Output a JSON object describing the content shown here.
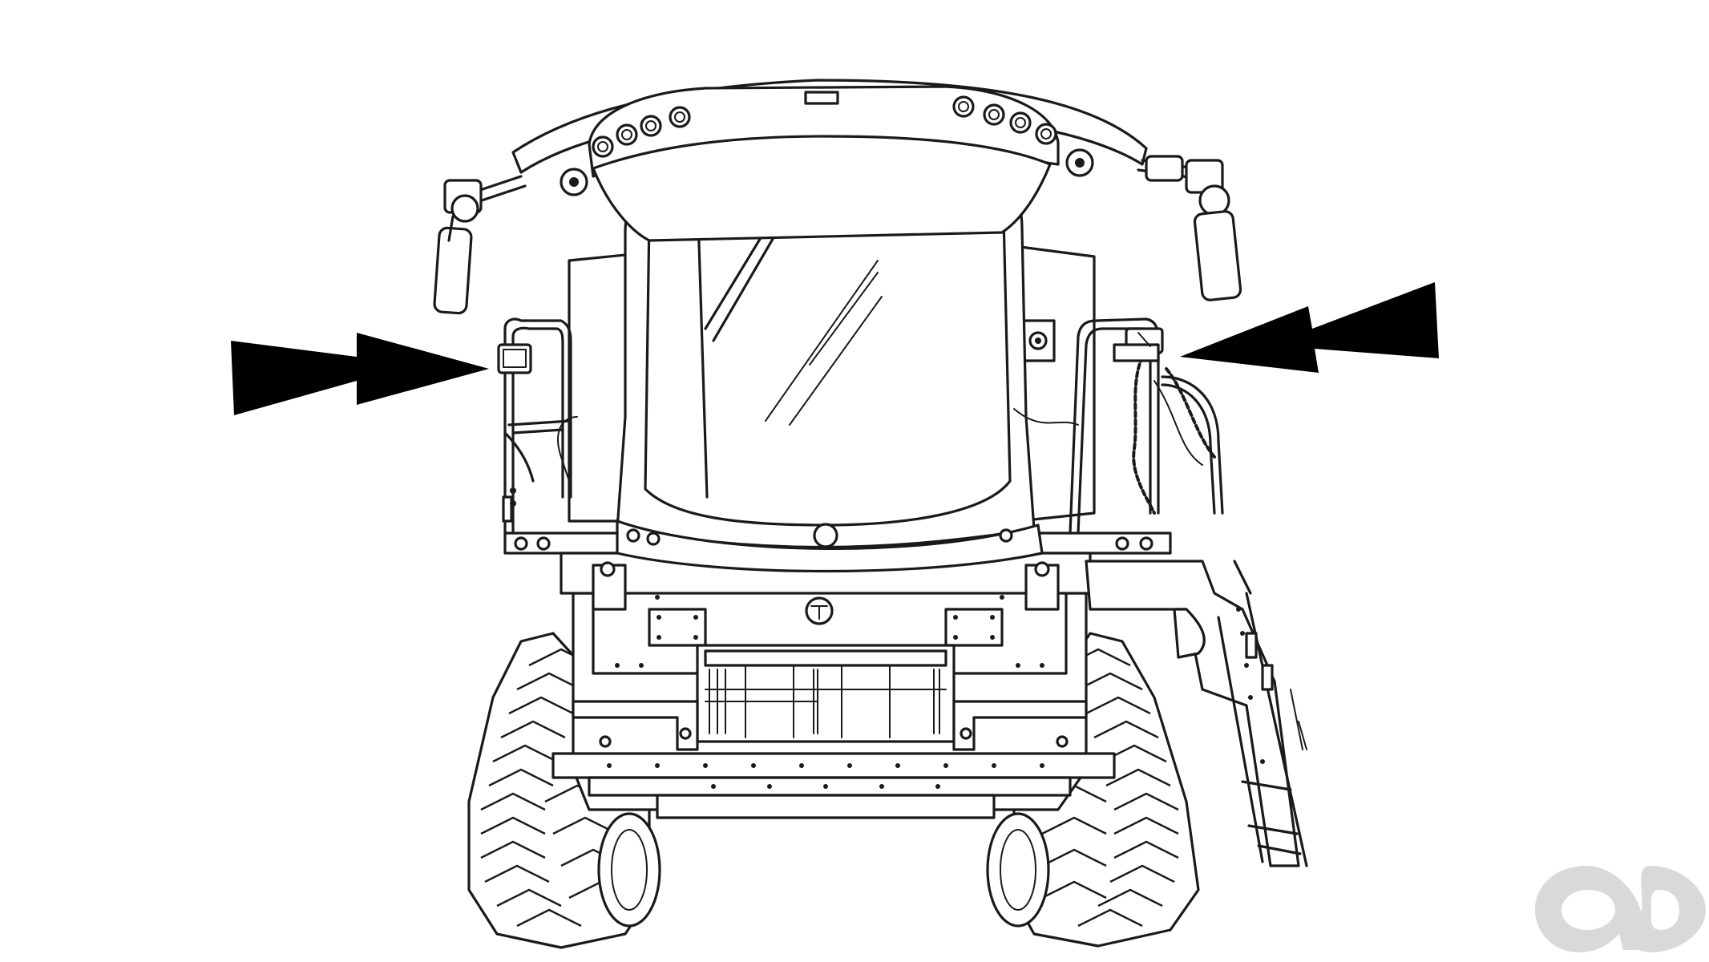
{
  "diagram": {
    "subject": "combine-harvester-rear-view",
    "callouts": [
      {
        "name": "left-mirror-light-arrow",
        "direction": "right"
      },
      {
        "name": "right-mirror-light-arrow",
        "direction": "left"
      }
    ]
  },
  "watermark": {
    "text": "ao",
    "color": "#d9d9d9"
  },
  "colors": {
    "line": "#1a1a1a",
    "background": "#ffffff",
    "arrow": "#000000"
  }
}
